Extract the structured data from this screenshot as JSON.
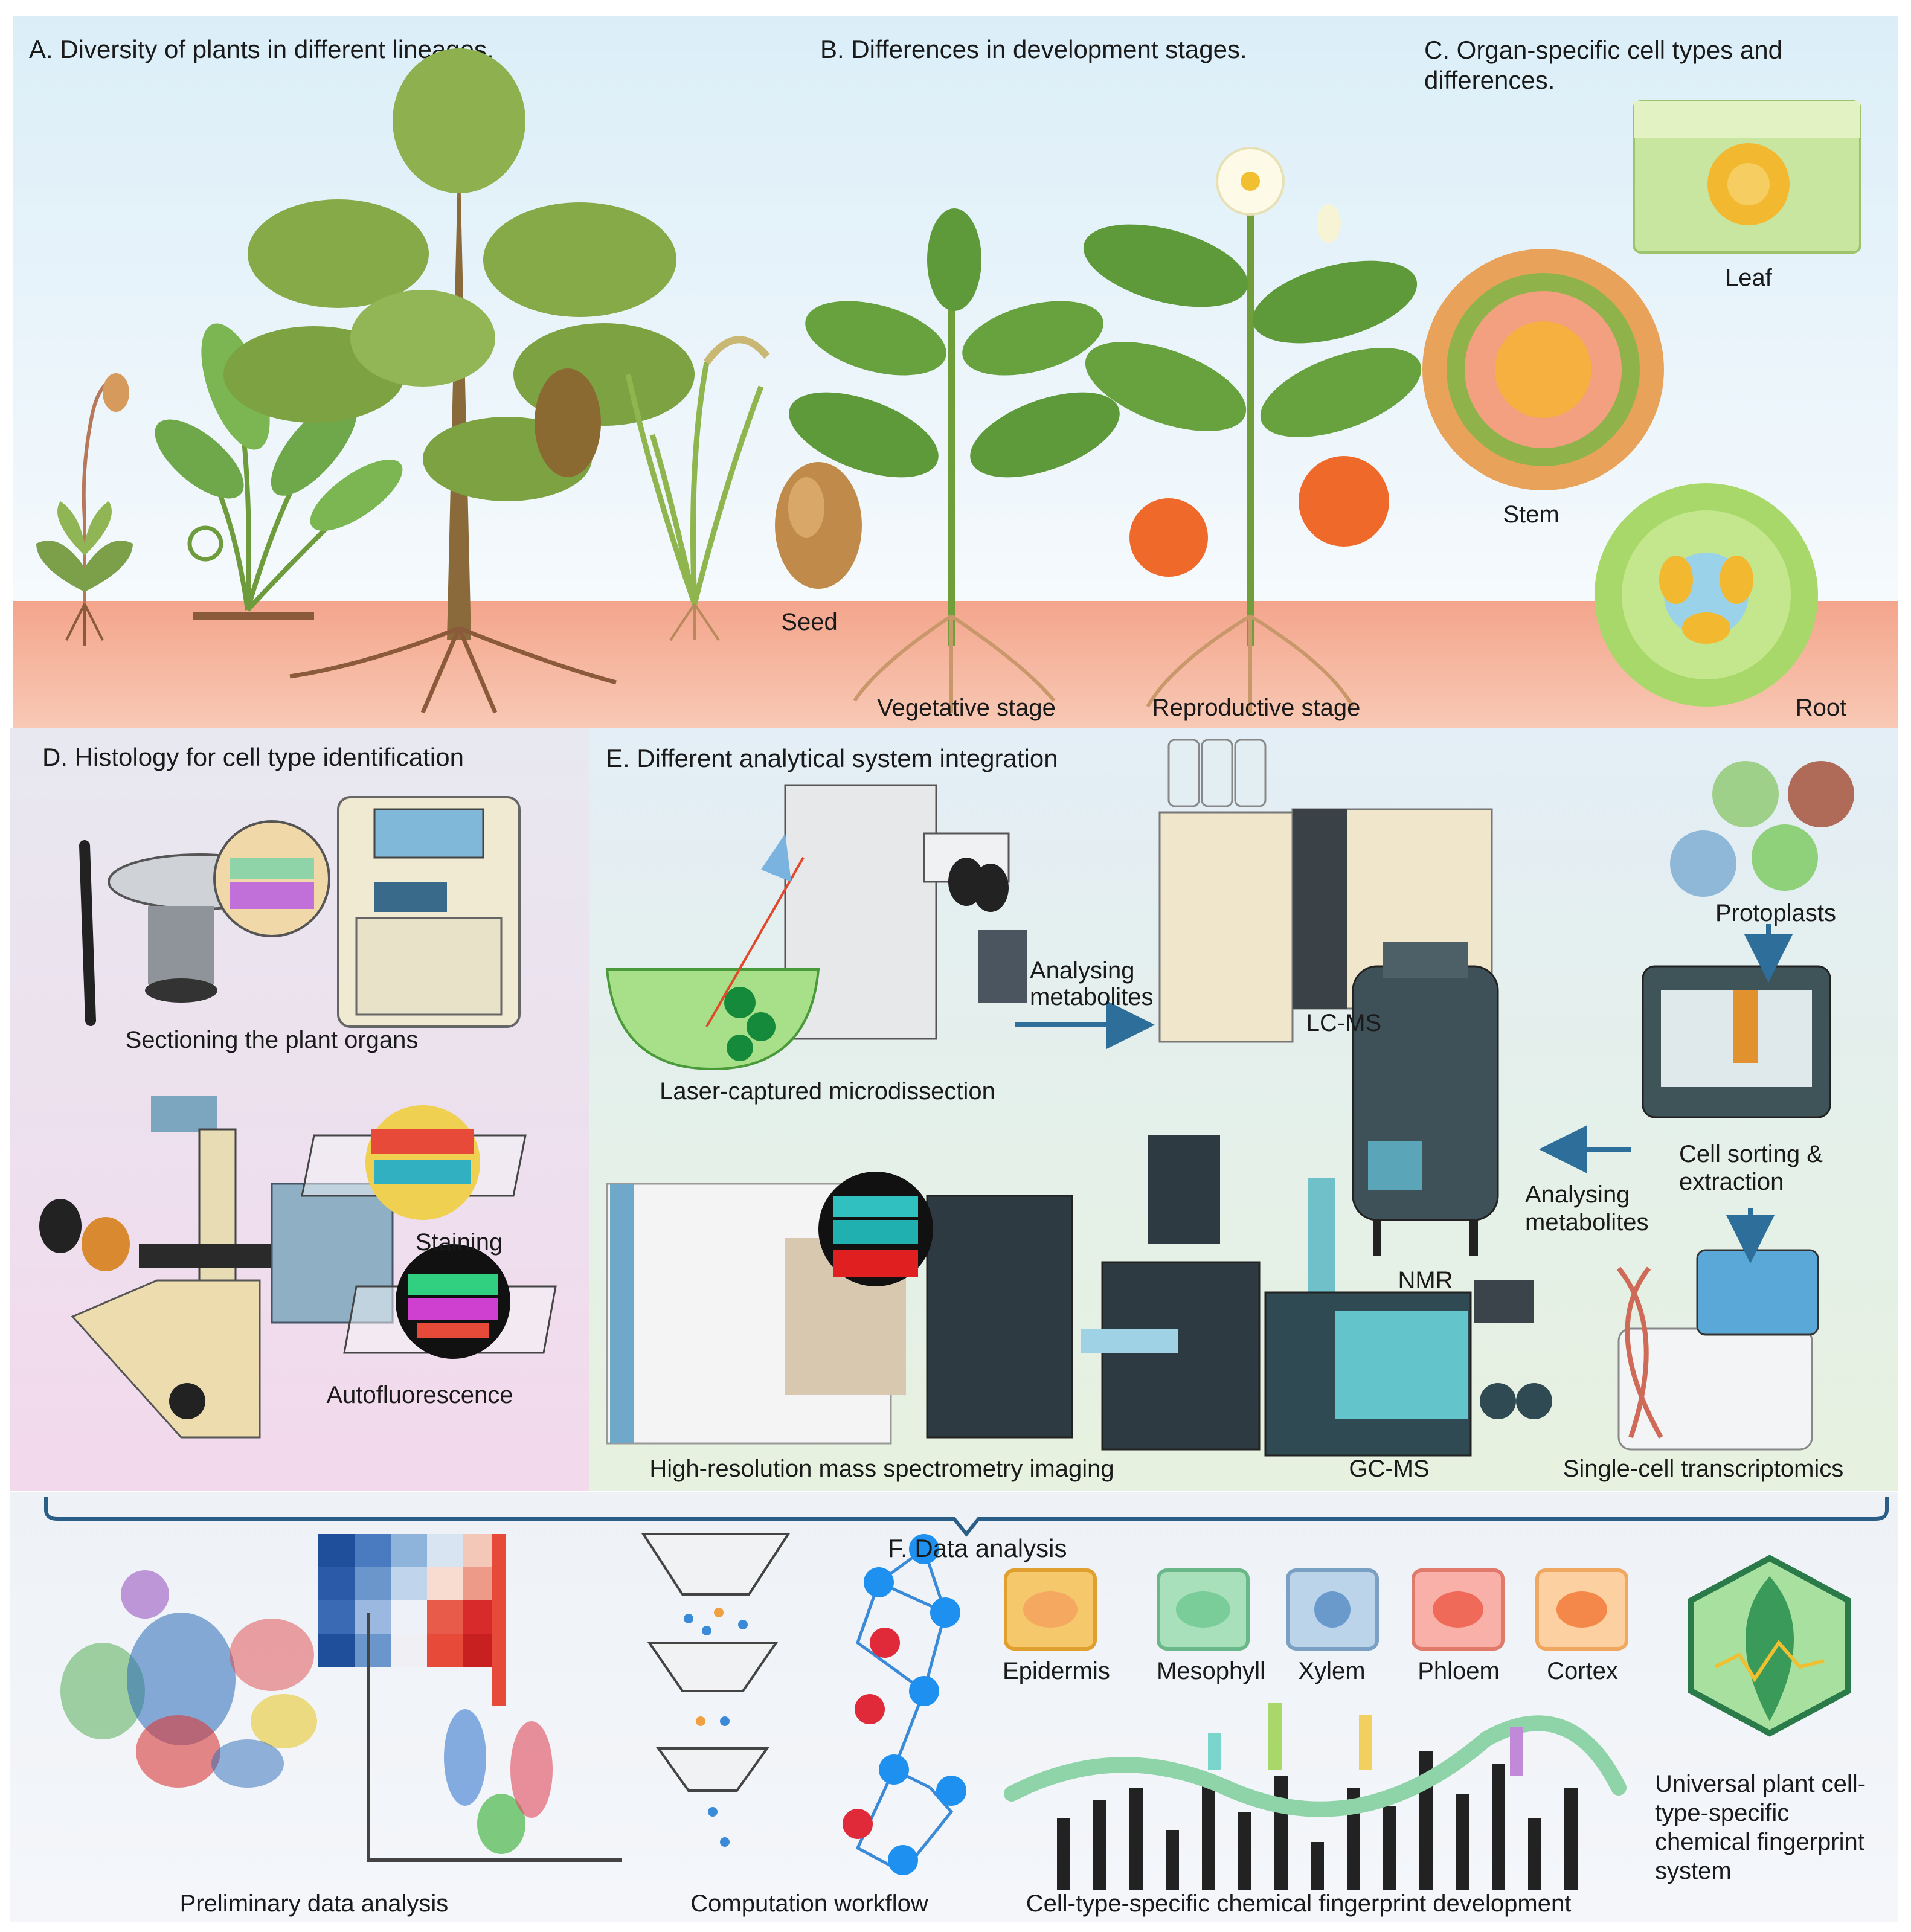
{
  "panels": {
    "a": {
      "title": "A. Diversity of plants in different lineages."
    },
    "b": {
      "title": "B. Differences in development stages.",
      "seed": "Seed",
      "vegetative": "Vegetative stage",
      "reproductive": "Reproductive stage"
    },
    "c": {
      "title": "C. Organ-specific cell types and differences.",
      "leaf": "Leaf",
      "stem": "Stem",
      "root": "Root"
    },
    "d": {
      "title": "D. Histology for cell type identification",
      "sectioning": "Sectioning the plant organs",
      "staining": "Staining",
      "autofluorescence": "Autofluorescence"
    },
    "e": {
      "title": "E. Different analytical system integration",
      "lcm": "Laser-captured microdissection",
      "analysing1": "Analysing metabolites",
      "lcms": "LC-MS",
      "nmr": "NMR",
      "gcms": "GC-MS",
      "protoplasts": "Protoplasts",
      "cell_sorting": "Cell sorting & extraction",
      "analysing2": "Analysing metabolites",
      "hrmsi": "High-resolution mass spectrometry imaging",
      "scrna": "Single-cell transcriptomics"
    },
    "f": {
      "title": "F. Data analysis",
      "cell_types": [
        "Epidermis",
        "Mesophyll",
        "Xylem",
        "Phloem",
        "Cortex"
      ],
      "preliminary": "Preliminary data analysis",
      "computation": "Computation workflow",
      "fingerprint": "Cell-type-specific chemical fingerprint development",
      "universal": "Universal plant cell-type-specific chemical fingerprint system"
    }
  },
  "colors": {
    "epidermis": "#f5c96b",
    "mesophyll": "#8fd3a8",
    "xylem": "#8fb8d6",
    "phloem": "#f08a7a",
    "cortex": "#f4a860",
    "arrow": "#2d6f9a"
  },
  "icons": [
    "moss-icon",
    "fern-icon",
    "pine-icon",
    "grass-icon",
    "seed-icon",
    "seedling-icon",
    "flowering-plant-icon",
    "microtome-icon",
    "microscope-icon",
    "mass-spectrometer-icon",
    "nmr-icon",
    "cell-sorter-icon",
    "sequencer-icon",
    "funnel-icon",
    "network-icon",
    "leaf-hexagon-icon"
  ]
}
